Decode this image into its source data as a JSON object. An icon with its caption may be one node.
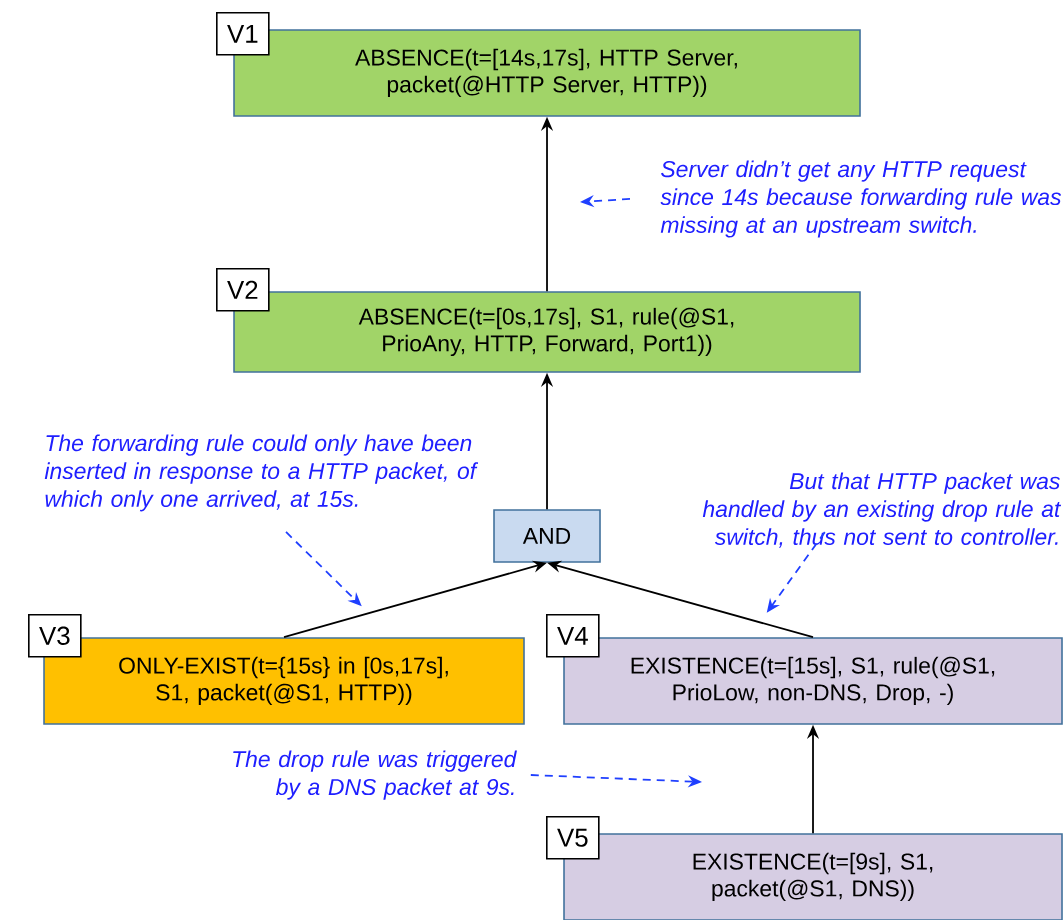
{
  "diagram": {
    "nodes": [
      {
        "text": [
          "V1",
          "ABSENCE(t=[14s,17s], HTTP Server, packet(@HTTP Server, HTTP))"
        ]
      },
      {
        "text": [
          "V2",
          "ABSENCE(t=[0s,17s], S1, rule(@S1, PrioAny, HTTP, Forward, Port1))"
        ]
      },
      {
        "text": [
          "AND"
        ]
      },
      {
        "text": [
          "V3",
          "ONLY-EXIST(t={15s} in [0s,17s], S1, packet(@S1, HTTP))"
        ]
      },
      {
        "text": [
          "V4",
          "EXISTENCE(t=[15s], S1, rule(@S1, PrioLow, non-DNS, Drop, -)"
        ]
      },
      {
        "text": [
          "V5",
          "EXISTENCE(t=[9s], S1, packet(@S1, DNS))"
        ]
      },
      {
        "text": [
          "Server didn’t get any HTTP request since 14s because forwarding rule was missing at an upstream switch."
        ]
      },
      {
        "text": [
          "The forwarding rule could only have been inserted in response to a HTTP packet, of which only one arrived, at 15s."
        ]
      },
      {
        "text": [
          "But that HTTP packet was handled by an existing drop rule at switch, thus not sent to controller."
        ]
      },
      {
        "text": [
          "The drop rule was triggered by a DNS packet at 9s."
        ]
      }
    ],
    "edges": [
      {
        "from": 1,
        "to": 0,
        "arrow": "to"
      },
      {
        "from": 2,
        "to": 1,
        "arrow": "to"
      },
      {
        "from": 3,
        "to": 2,
        "arrow": "to"
      },
      {
        "from": 4,
        "to": 2,
        "arrow": "to"
      },
      {
        "from": 5,
        "to": 4,
        "arrow": "to"
      },
      {
        "from": 6,
        "to": null,
        "arrow": "to",
        "style": "dashed",
        "color": "#1f3fff"
      },
      {
        "from": 7,
        "to": 3,
        "arrow": "to",
        "style": "dashed",
        "color": "#1f3fff"
      },
      {
        "from": 8,
        "to": 4,
        "arrow": "to",
        "style": "dashed",
        "color": "#1f3fff"
      },
      {
        "from": 9,
        "to": null,
        "arrow": "to",
        "style": "dashed",
        "color": "#1f3fff"
      }
    ]
  }
}
